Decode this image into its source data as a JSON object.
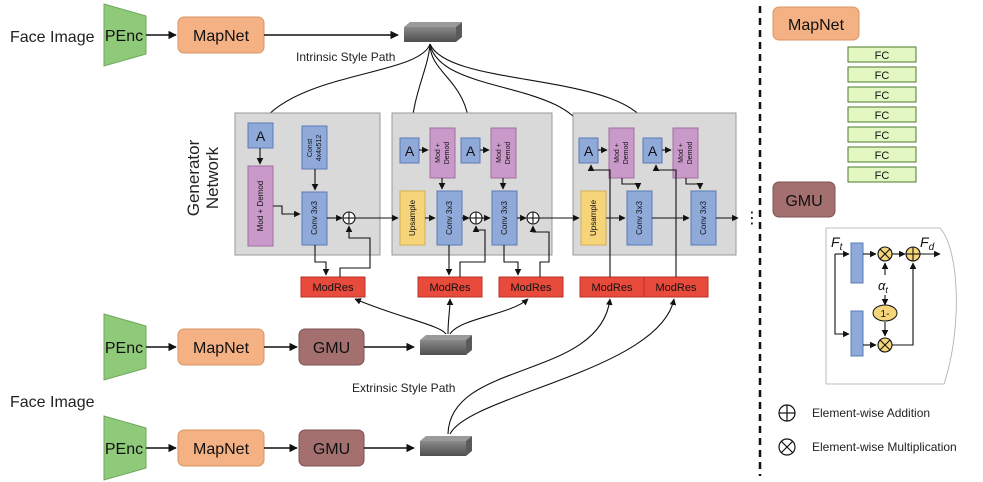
{
  "labels": {
    "face_image_top": "Face Image",
    "face_image_bottom": "Face Image",
    "intrinsic_path": "Intrinsic Style Path",
    "extrinsic_path": "Extrinsic Style Path",
    "generator_line1": "Generator",
    "generator_line2": "Network"
  },
  "encoder": {
    "penc": "PEnc",
    "mapnet": "MapNet",
    "gmu": "GMU"
  },
  "generator": {
    "a": "A",
    "mod_demod": "Mod + Demod",
    "mod_demod_short_1": "Mod +",
    "mod_demod_short_2": "Demod",
    "const_1": "Const",
    "const_2": "4x4x512",
    "conv": "Conv 3x3",
    "upsample": "Upsample",
    "modres": "ModRes",
    "dots": "⋮"
  },
  "legend": {
    "mapnet_title": "MapNet",
    "fc": "FC",
    "gmu_title": "GMU",
    "f_t": "F",
    "f_t_sub": "t",
    "f_d": "F",
    "f_d_sub": "d",
    "alpha": "α",
    "alpha_sub": "t",
    "one_minus": "1-",
    "addition": "Element-wise Addition",
    "multiplication": "Element-wise Multiplication"
  },
  "colors": {
    "penc": "#8fc97a",
    "mapnet": "#f4b183",
    "gmu": "#a3706f",
    "a_block": "#8fa9d9",
    "mod_demod": "#c99ac9",
    "conv": "#8fa9d9",
    "upsample": "#f6d47a",
    "modres": "#e84a3c",
    "fc": "#e2f7c2",
    "stage_bg": "#d9d9d9"
  }
}
